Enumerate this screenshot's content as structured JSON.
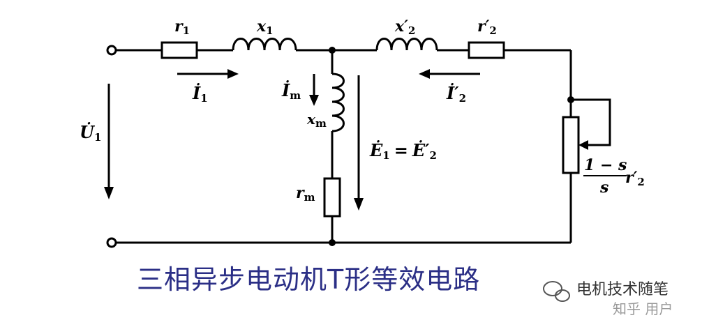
{
  "diagram": {
    "title": "三相异步电动机T形等效电路",
    "labels": {
      "r1": "r",
      "r1_sub": "1",
      "x1": "x",
      "x1_sub": "1",
      "x2p": "x′",
      "x2p_sub": "2",
      "r2p": "r′",
      "r2p_sub": "2",
      "I1": "İ",
      "I1_sub": "1",
      "Im": "İ",
      "Im_sub": "m",
      "xm": "x",
      "xm_sub": "m",
      "rm": "r",
      "rm_sub": "m",
      "I2p": "İ′",
      "I2p_sub": "2",
      "U1": "U̇",
      "U1_sub": "1",
      "E_left": "Ė",
      "E_left_sub": "1",
      "E_eq": "=",
      "E_right": "Ė′",
      "E_right_sub": "2",
      "load_num": "1 − s",
      "load_den": "s",
      "load_r": "r′",
      "load_r_sub": "2"
    },
    "watermark": {
      "account": "电机技术随笔",
      "platform": "知乎 用户"
    }
  }
}
